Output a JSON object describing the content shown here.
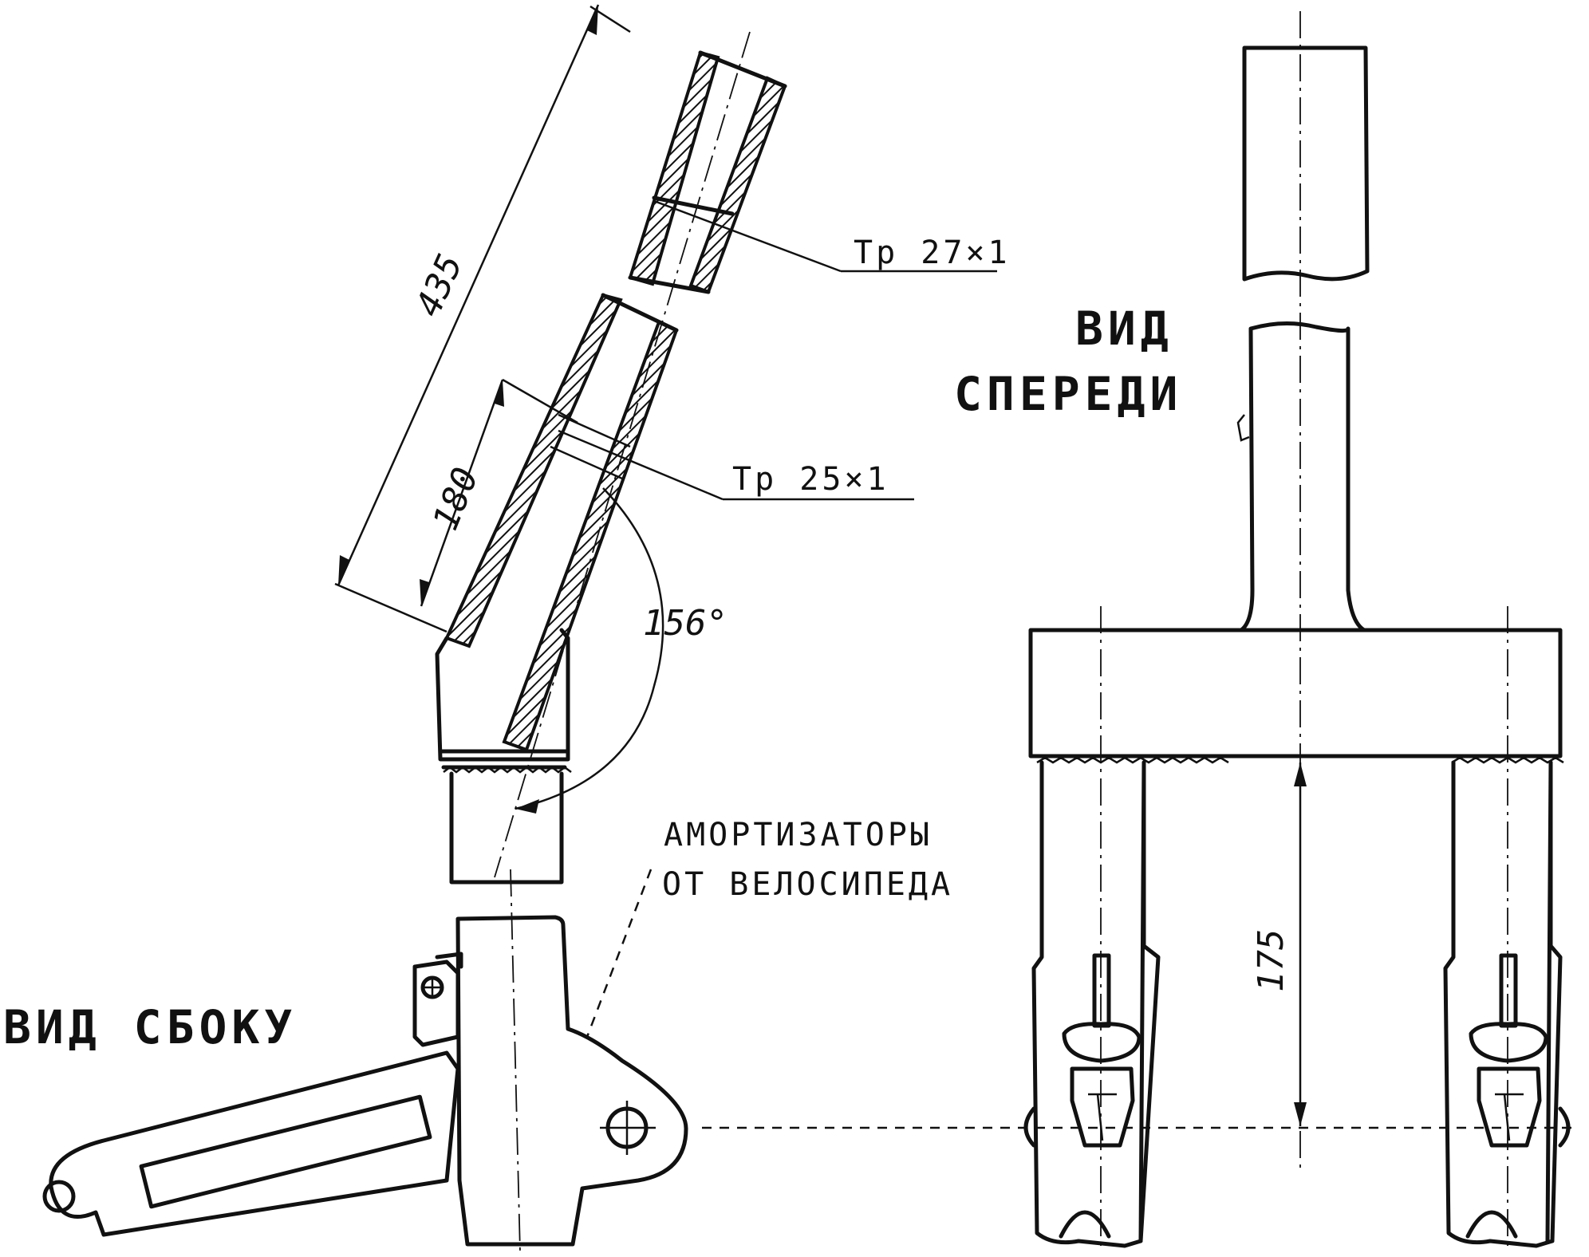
{
  "labels": {
    "side_view": "ВИД СБОКУ",
    "front_view_line1": "ВИД",
    "front_view_line2": "СПЕРЕДИ",
    "shock_line1": "АМОРТИЗАТОРЫ",
    "shock_line2": "ОТ ВЕЛОСИПЕДА",
    "tube_upper": "Тр 27×1",
    "tube_lower": "Тр 25×1"
  },
  "dimensions": {
    "length_total": "435",
    "length_lower": "180",
    "angle": "156°",
    "height_fork": "175"
  }
}
